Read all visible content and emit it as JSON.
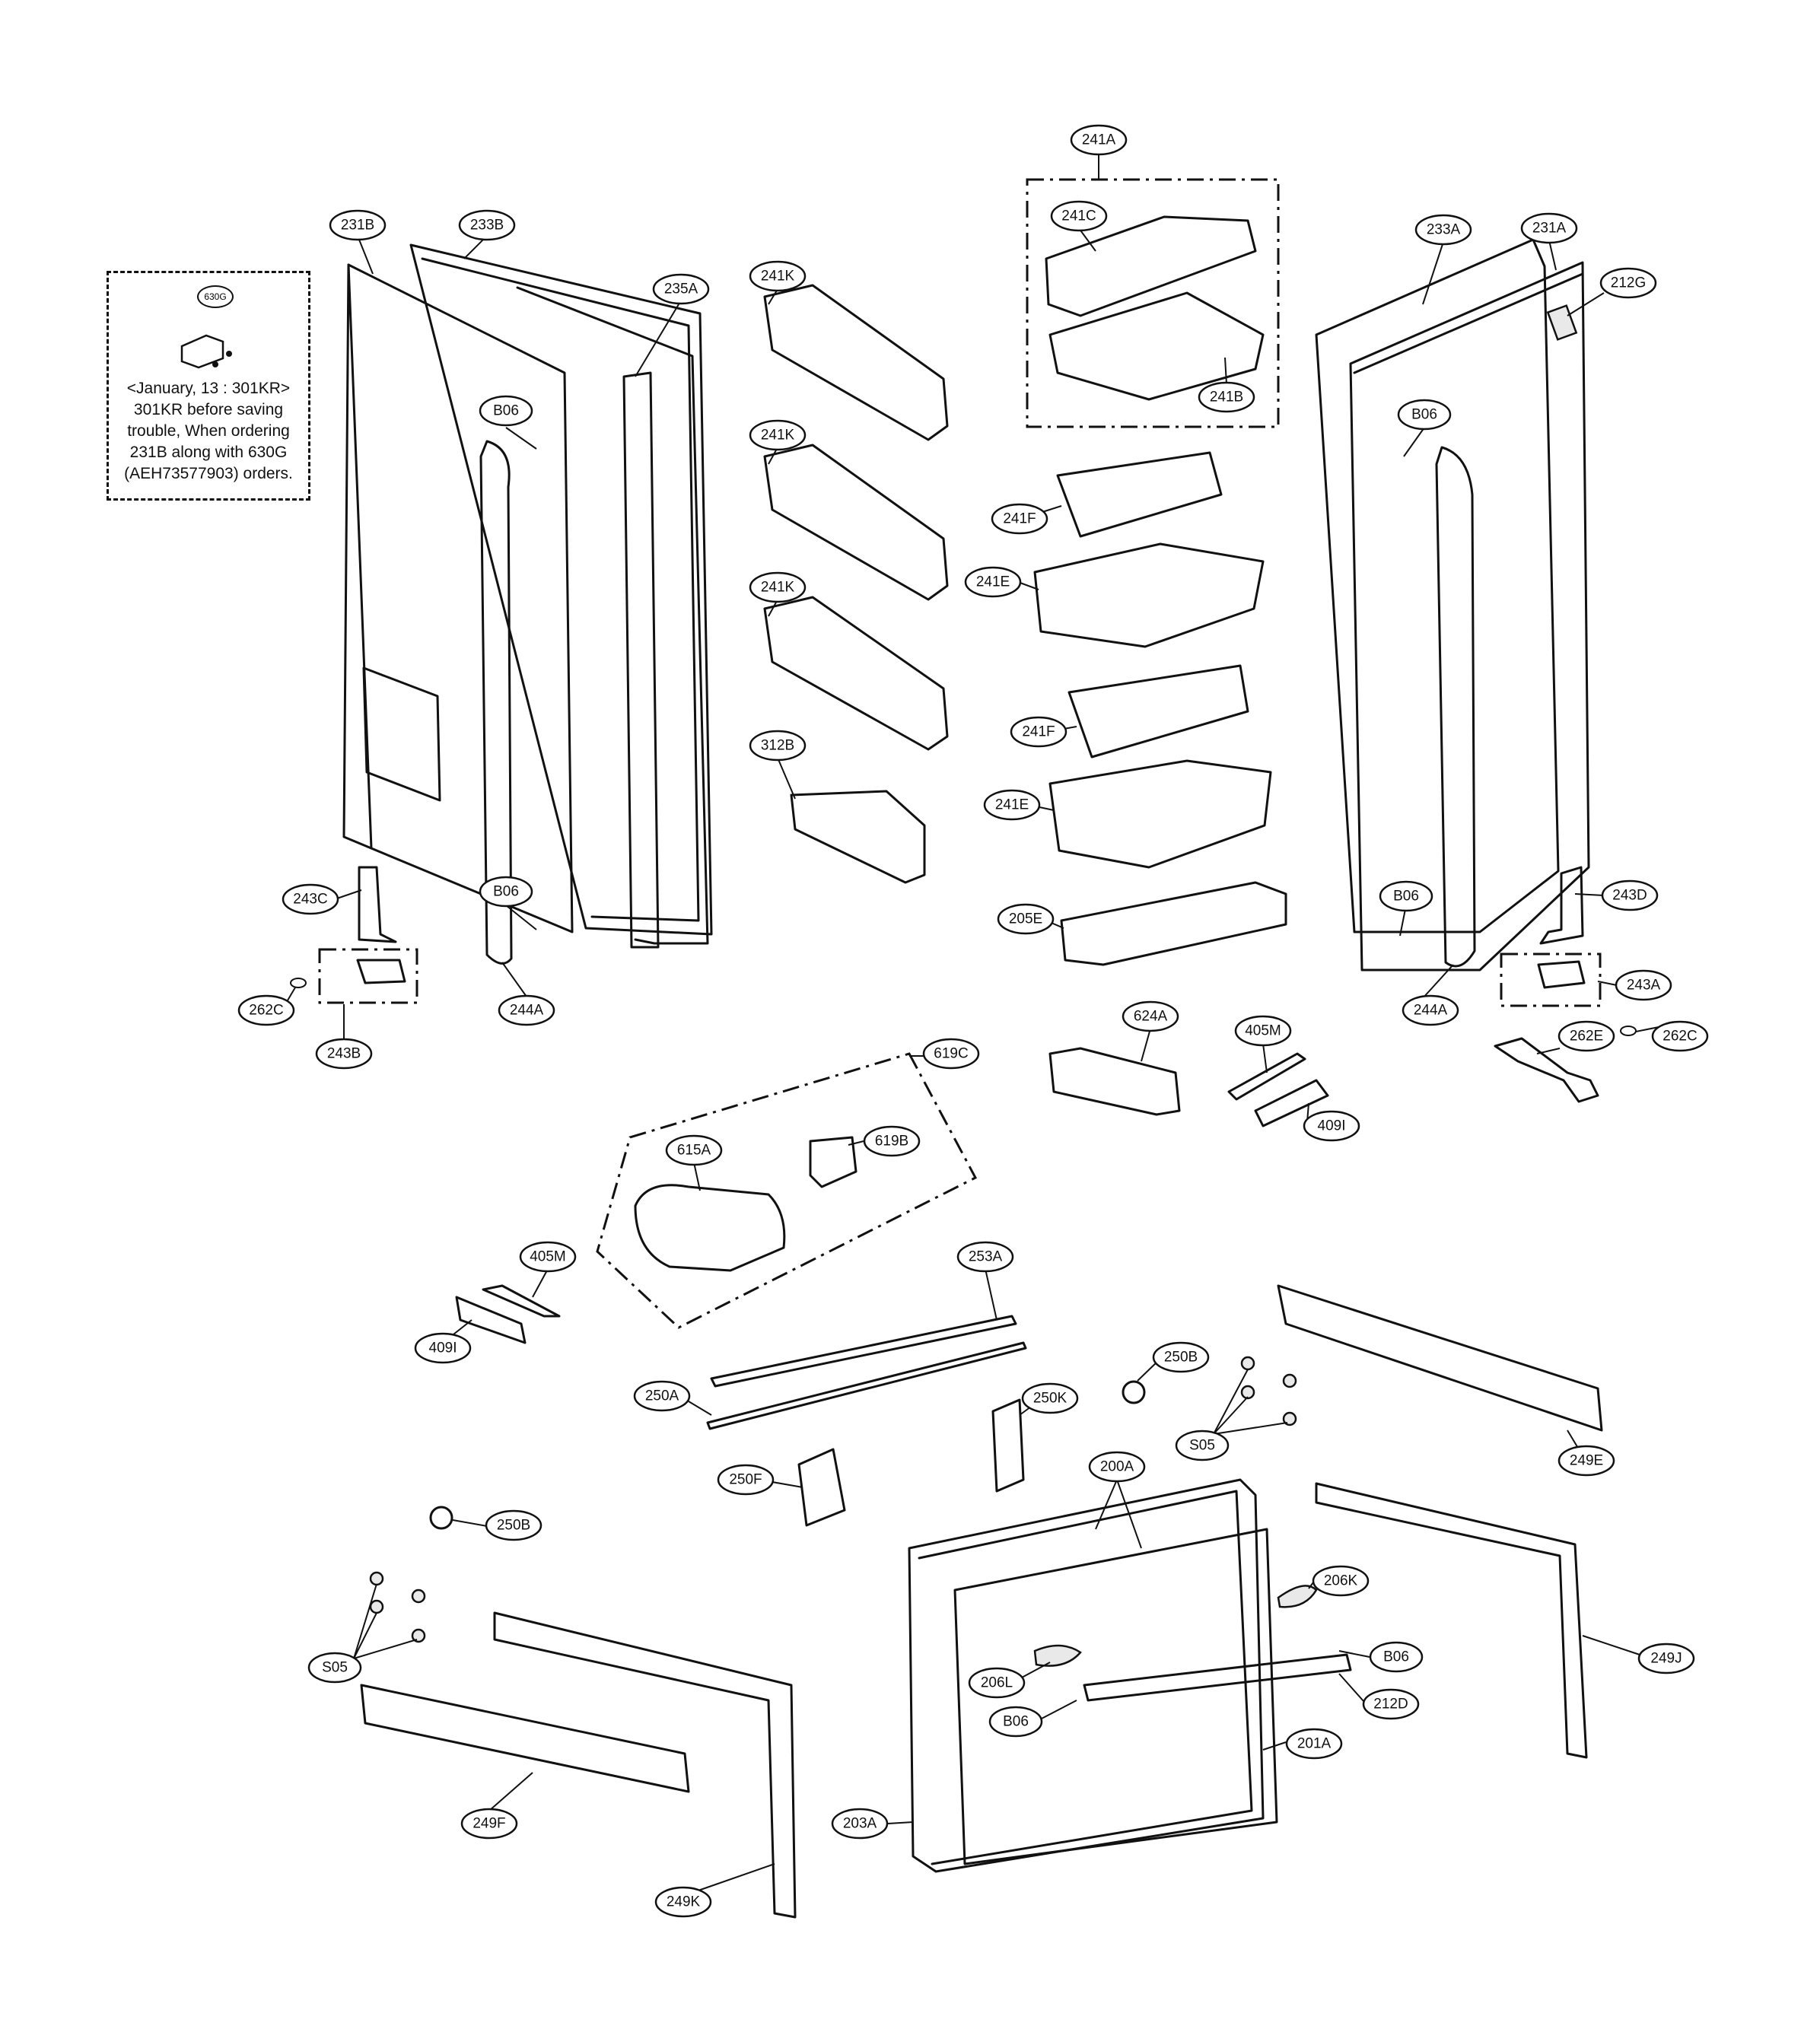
{
  "note": {
    "callout": "630G",
    "lines": [
      "<January, 13 : 301KR>",
      "301KR before saving",
      "trouble, When ordering",
      "231B along with 630G",
      "(AEH73577903) orders."
    ]
  },
  "labels": [
    "241A",
    "241C",
    "241B",
    "231B",
    "233B",
    "235A",
    "241K",
    "241K",
    "241K",
    "233A",
    "231A",
    "212G",
    "B06",
    "B06",
    "B06",
    "B06",
    "241F",
    "241E",
    "241F",
    "241E",
    "312B",
    "205E",
    "243C",
    "243D",
    "243A",
    "243B",
    "262C",
    "262C",
    "244A",
    "244A",
    "262E",
    "624A",
    "405M",
    "409I",
    "619C",
    "615A",
    "619B",
    "405M",
    "409I",
    "253A",
    "250A",
    "250B",
    "250K",
    "250F",
    "250B",
    "S05",
    "S05",
    "249E",
    "249J",
    "249F",
    "249K",
    "200A",
    "206K",
    "206L",
    "B06",
    "B06",
    "212D",
    "201A",
    "203A"
  ]
}
